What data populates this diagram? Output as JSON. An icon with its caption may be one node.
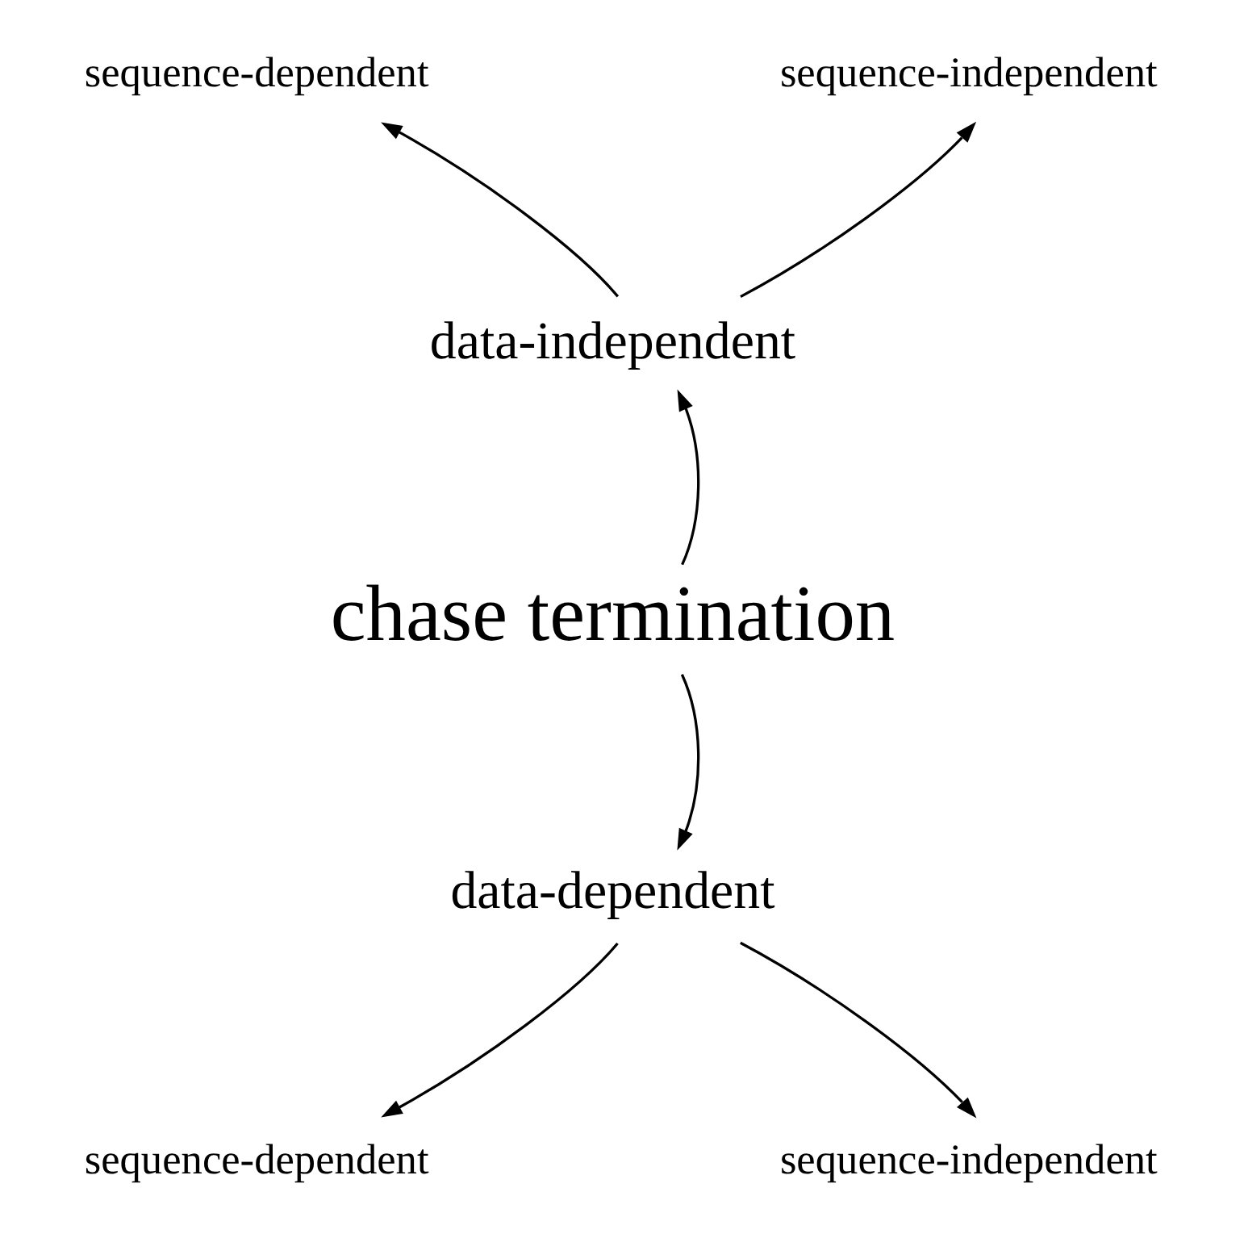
{
  "diagram": {
    "nodes": [
      {
        "text": [
          "sequence-dependent"
        ]
      },
      {
        "text": [
          "sequence-independent"
        ]
      },
      {
        "text": [
          "data-independent"
        ]
      },
      {
        "text": [
          "chase termination"
        ]
      },
      {
        "text": [
          "data-dependent"
        ]
      },
      {
        "text": [
          "sequence-dependent"
        ]
      },
      {
        "text": [
          "sequence-independent"
        ]
      }
    ],
    "edges": [
      {
        "from": 3,
        "to": 2,
        "arrow": "to"
      },
      {
        "from": 2,
        "to": 0,
        "arrow": "to"
      },
      {
        "from": 2,
        "to": 1,
        "arrow": "to"
      },
      {
        "from": 3,
        "to": 4,
        "arrow": "to"
      },
      {
        "from": 4,
        "to": 5,
        "arrow": "to"
      },
      {
        "from": 4,
        "to": 6,
        "arrow": "to"
      }
    ]
  }
}
